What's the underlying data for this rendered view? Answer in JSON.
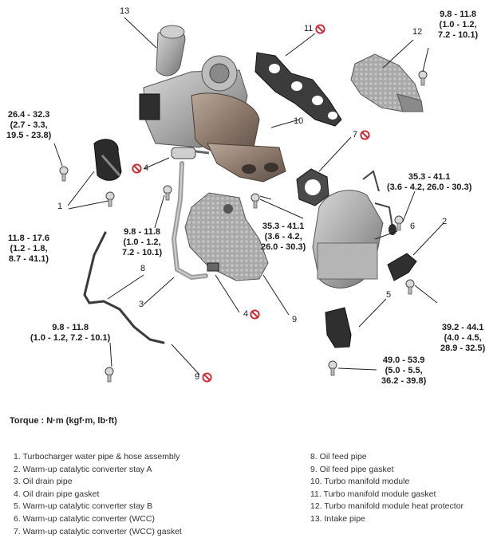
{
  "callouts": {
    "p1": "1",
    "p2": "2",
    "p3": "3",
    "p4a": "4",
    "p4b": "4",
    "p5": "5",
    "p6": "6",
    "p7": "7",
    "p8": "8",
    "p9": "9",
    "p10": "10",
    "p11": "11",
    "p12": "12",
    "p13": "13"
  },
  "torque_values": {
    "t1": "26.4 - 32.3\n(2.7 - 3.3,\n19.5 - 23.8)",
    "t2": "11.8 - 17.6\n(1.2 - 1.8,\n8.7 - 41.1)",
    "t3": "9.8 - 11.8\n(1.0 - 1.2,\n7.2 - 10.1)",
    "t4": "9.8 - 11.8\n(1.0 - 1.2, 7.2 - 10.1)",
    "t5": "35.3 - 41.1\n(3.6 - 4.2,\n26.0 - 30.3)",
    "t6": "35.3 - 41.1\n(3.6 - 4.2, 26.0 - 30.3)",
    "t7": "9.8 - 11.8\n(1.0 - 1.2,\n7.2 - 10.1)",
    "t8": "39.2 - 44.1\n(4.0 - 4.5,\n28.9 - 32.5)",
    "t9": "49.0 - 53.9\n(5.0 - 5.5,\n36.2 - 39.8)"
  },
  "torque_caption": "Torque : N·m (kgf·m, lb·ft)",
  "legend_left": [
    "1. Turbocharger water pipe & hose assembly",
    "2. Warm-up catalytic converter stay A",
    "3. Oil drain pipe",
    "4. Oil drain pipe gasket",
    "5. Warm-up catalytic converter stay B",
    "6. Warm-up catalytic converter (WCC)",
    "7. Warm-up catalytic converter (WCC) gasket"
  ],
  "legend_right": [
    "8. Oil feed pipe",
    "9. Oil feed pipe gasket",
    "10. Turbo manifold module",
    "11. Turbo manifold module gasket",
    "12. Turbo manifold module heat protector",
    "13. Intake pipe"
  ],
  "colors": {
    "no_reuse": "#d0202a",
    "metal": "#9a9a9a",
    "dark": "#3a3a3a"
  },
  "icons": {
    "no_reuse": "no-reuse-icon"
  }
}
